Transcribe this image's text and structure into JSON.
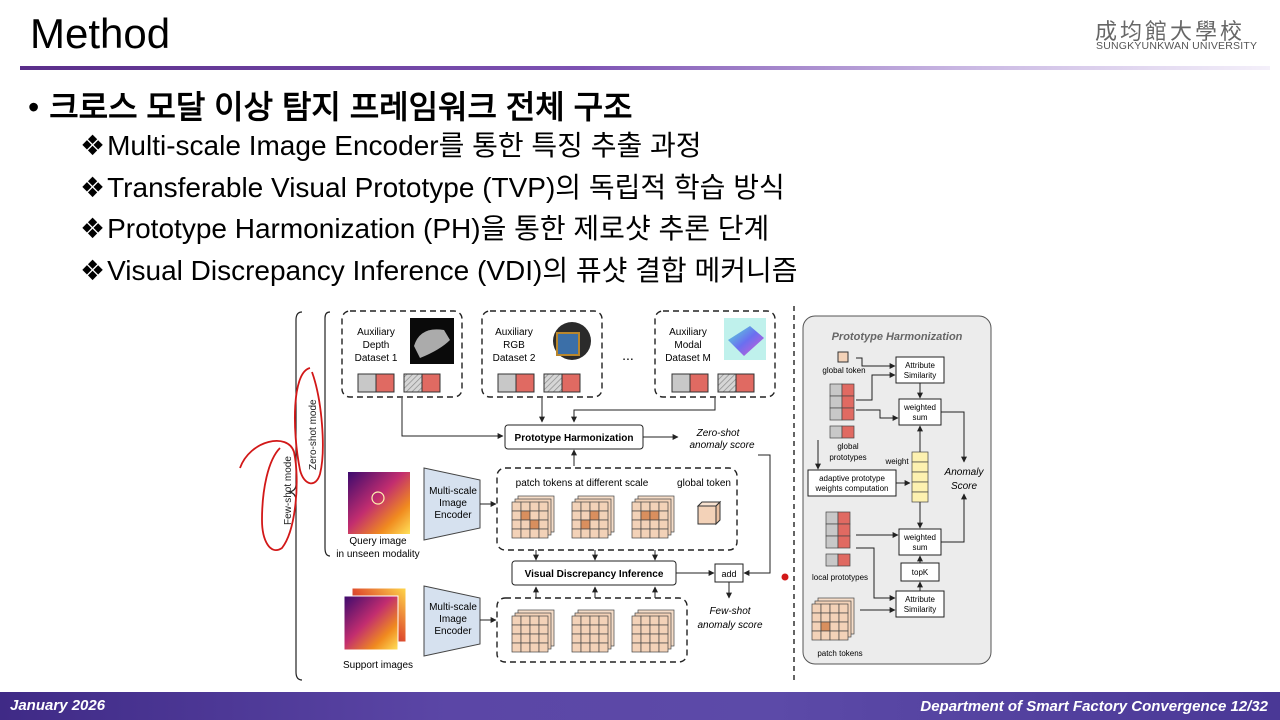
{
  "slide": {
    "title": "Method",
    "university_cn": "成均館大學校",
    "university_en": "SUNGKYUNKWAN UNIVERSITY",
    "bullet": "크로스 모달 이상 탐지 프레임워크 전체 구조",
    "bullet_marker": "•",
    "sub_marker": "❖",
    "sub_items": [
      "Multi-scale Image Encoder를 통한 특징 추출 과정",
      "Transferable Visual Prototype (TVP)의 독립적 학습 방식",
      "Prototype Harmonization (PH)을 통한 제로샷 추론 단계",
      "Visual Discrepancy Inference (VDI)의 퓨샷 결합 메커니즘"
    ],
    "footer_left": "January 2026",
    "footer_right": "Department of Smart Factory Convergence  12/32"
  },
  "figure": {
    "aux1": [
      "Auxiliary",
      "Depth",
      "Dataset 1"
    ],
    "aux2": [
      "Auxiliary",
      "RGB",
      "Dataset 2"
    ],
    "aux3": [
      "Auxiliary",
      "Modal",
      "Dataset M"
    ],
    "ellipsis": "...",
    "prototype_harmonization": "Prototype Harmonization",
    "zero_shot_score": [
      "Zero-shot",
      "anomaly score"
    ],
    "zero_shot_mode": "Zero-shot mode",
    "few_shot_mode": "Few-shot mode",
    "encoder": [
      "Multi-scale",
      "Image",
      "Encoder"
    ],
    "query_caption": [
      "Query image",
      "in unseen modality"
    ],
    "patch_tokens_scale": "patch tokens at different scale",
    "global_token": "global token",
    "vdi": "Visual Discrepancy Inference",
    "add": "add",
    "few_shot_score": [
      "Few-shot",
      "anomaly score"
    ],
    "support_caption": "Support images",
    "ph_panel": {
      "title": "Prototype Harmonization",
      "global_token": "global token",
      "attribute_similarity": [
        "Attribute",
        "Similarity"
      ],
      "weighted_sum": [
        "weighted",
        "sum"
      ],
      "global_prototypes": [
        "global",
        "prototypes"
      ],
      "weight": "weight",
      "adaptive": [
        "adaptive prototype",
        "weights computation"
      ],
      "anomaly_score": [
        "Anomaly",
        "Score"
      ],
      "local_prototypes": "local prototypes",
      "topk": "topK",
      "patch_tokens": "patch tokens"
    }
  },
  "colors": {
    "accent_purple": "#5a2e8a",
    "footer_purple": "#4b3a98",
    "token_red": "#e06a62",
    "token_gray": "#c8c8c8",
    "grid_peach": "#f3d2b8",
    "grid_orange": "#d98f5e",
    "encoder_blue": "#d6e1ef",
    "weight_yellow": "#fdf1b0",
    "panel_gray": "#ececec",
    "pen_red": "#d21818"
  }
}
